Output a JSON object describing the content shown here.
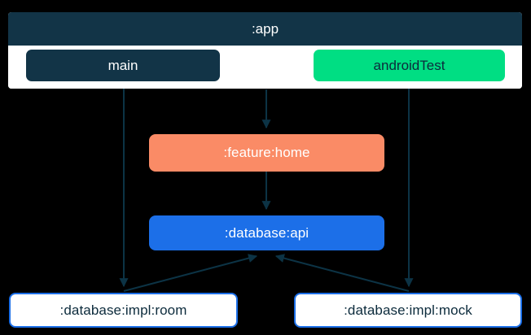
{
  "diagram": {
    "type": "module-dependency-graph",
    "background": "#000000",
    "subgraph": {
      "title": ":app",
      "header_color": "#123447",
      "body_color": "#ffffff",
      "source_sets": [
        {
          "label": "main",
          "color": "#123447",
          "text_color": "#ffffff"
        },
        {
          "label": "androidTest",
          "color": "#00de83",
          "text_color": "#0c2b3c"
        }
      ]
    },
    "nodes": [
      {
        "id": "feature-home",
        "label": ":feature:home",
        "fill": "#fa8b66",
        "text_color": "#ffffff",
        "style": "filled"
      },
      {
        "id": "database-api",
        "label": ":database:api",
        "fill": "#1c6fe8",
        "text_color": "#ffffff",
        "style": "filled"
      },
      {
        "id": "database-impl-room",
        "label": ":database:impl:room",
        "fill": "#ffffff",
        "border": "#1c6fe8",
        "text_color": "#0c2b3c",
        "style": "outlined"
      },
      {
        "id": "database-impl-mock",
        "label": ":database:impl:mock",
        "fill": "#ffffff",
        "border": "#1c6fe8",
        "text_color": "#0c2b3c",
        "style": "outlined"
      }
    ],
    "edges": [
      {
        "from": "main",
        "to": "database-impl-room",
        "arrow": "down"
      },
      {
        "from": "app",
        "to": "feature-home",
        "arrow": "down"
      },
      {
        "from": "androidTest",
        "to": "database-impl-mock",
        "arrow": "down"
      },
      {
        "from": "feature-home",
        "to": "database-api",
        "arrow": "down"
      },
      {
        "from": "database-impl-room",
        "to": "database-api",
        "arrow": "up"
      },
      {
        "from": "database-impl-mock",
        "to": "database-api",
        "arrow": "up"
      }
    ],
    "edge_color": "#0c3345"
  }
}
